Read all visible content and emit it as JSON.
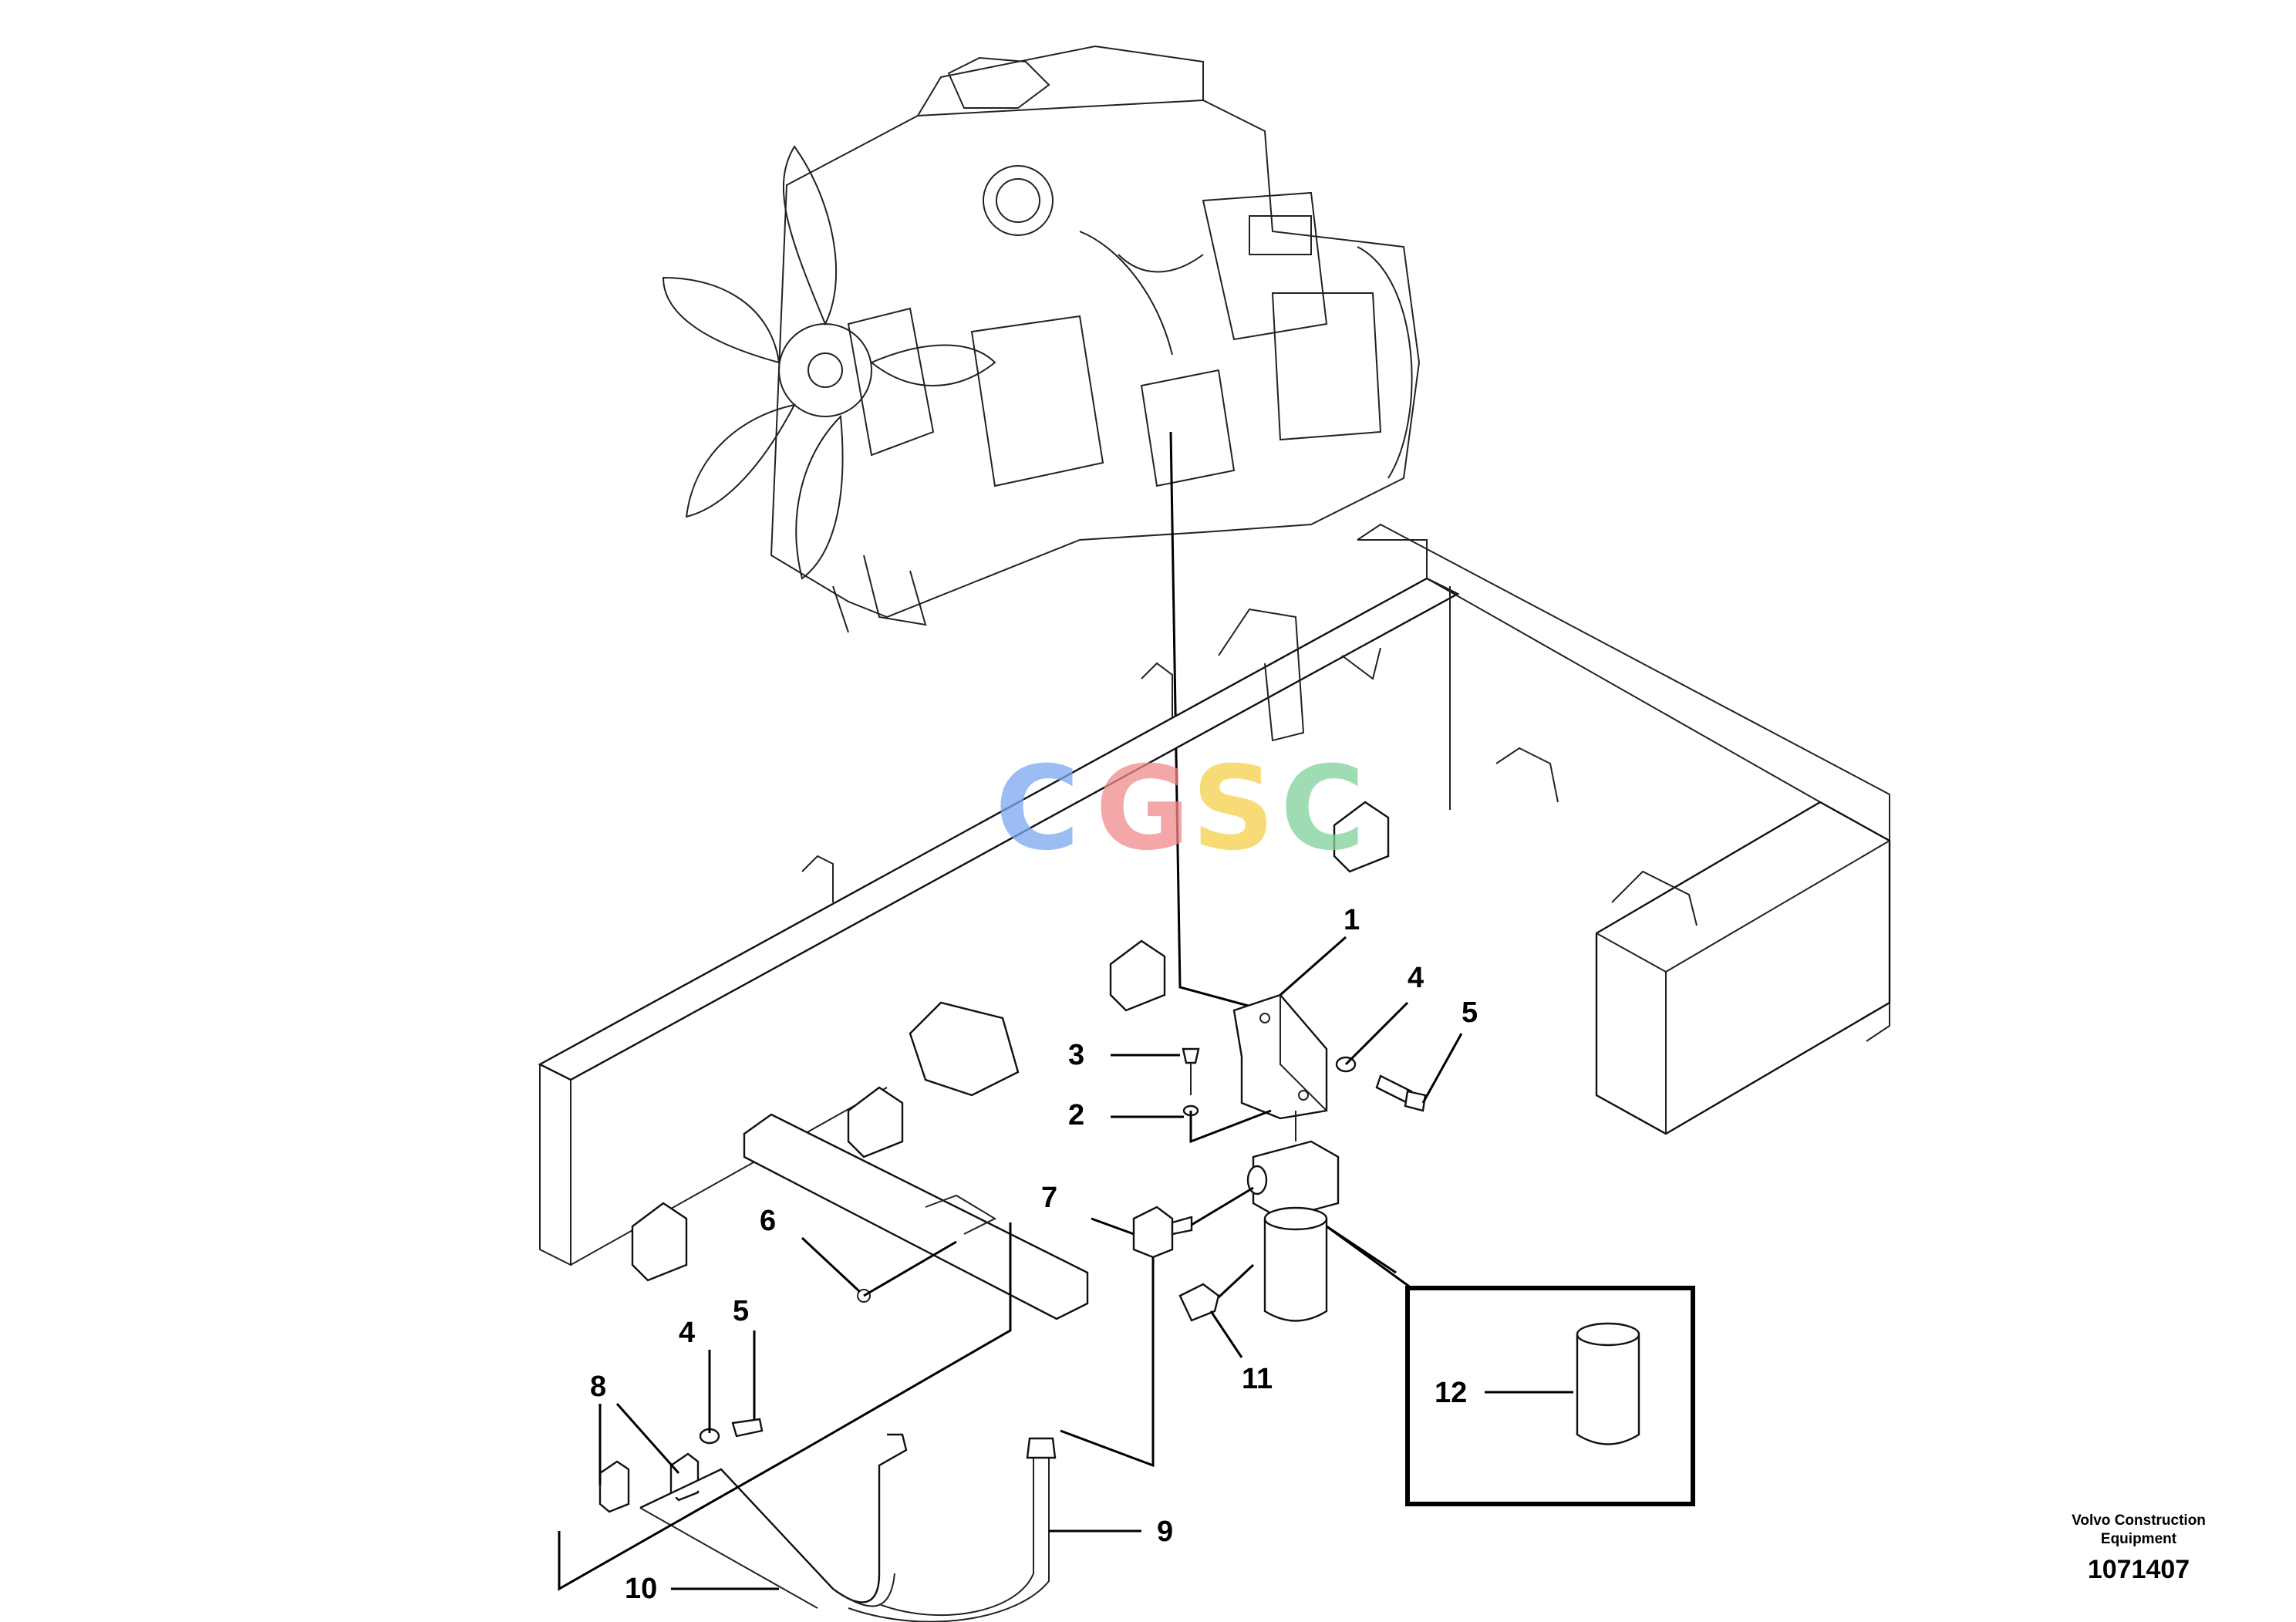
{
  "callouts": {
    "c1": "1",
    "c2": "2",
    "c3": "3",
    "c4a": "4",
    "c4b": "4",
    "c5a": "5",
    "c5b": "5",
    "c6": "6",
    "c7": "7",
    "c8": "8",
    "c9": "9",
    "c10": "10",
    "c11": "11",
    "c12": "12"
  },
  "watermark": {
    "c1": "C",
    "g": "G",
    "s": "S",
    "c2": "C",
    "colors": {
      "c1": "#7aa7f0",
      "g": "#f08a8a",
      "s": "#f5d04a",
      "c2": "#7fd19a"
    }
  },
  "credit": {
    "org": "Volvo Construction Equipment",
    "number": "1071407"
  }
}
